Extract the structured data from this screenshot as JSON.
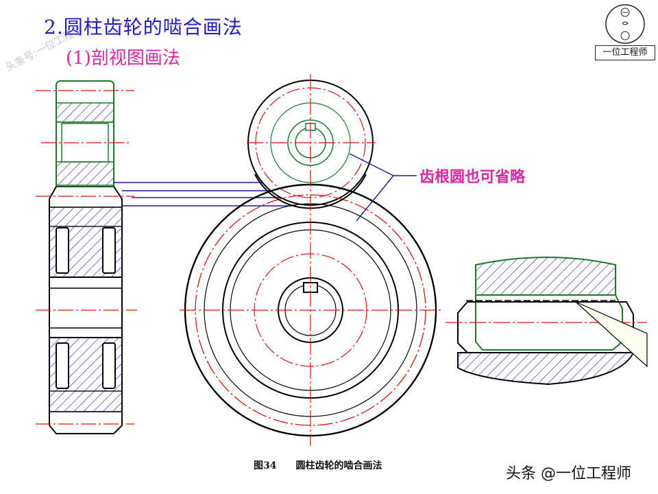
{
  "header": {
    "title": "2.圆柱齿轮的啮合画法",
    "subtitle": "(1)剖视图画法"
  },
  "logo": {
    "label": "一位工程师"
  },
  "callout": {
    "text": "齿根圆也可省略"
  },
  "caption": {
    "figure_number": "图34",
    "figure_title": "圆柱齿轮的啮合画法"
  },
  "footer": {
    "source_mark": "头条 @一位工程师"
  },
  "watermark": {
    "text": "头条号:一位工程师"
  },
  "colors": {
    "outline": "#000000",
    "gear_outline": "#1a7a2a",
    "center_line": "#e01010",
    "hatch": "#2a2ad0",
    "leader": "#1a1aa0",
    "title": "#1a1acc",
    "subtitle": "#e0259f"
  }
}
